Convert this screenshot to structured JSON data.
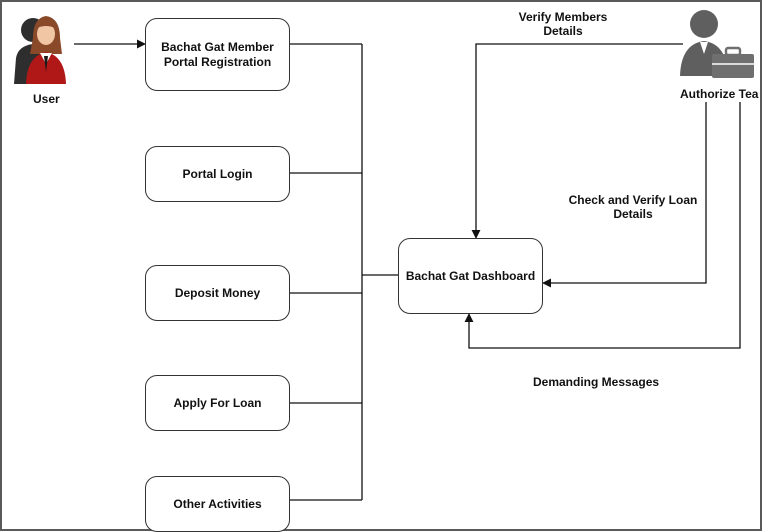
{
  "actors": {
    "user": {
      "label": "User"
    },
    "authorize_team": {
      "label": "Authorize Tea"
    }
  },
  "nodes": {
    "registration": "Bachat Gat Member\nPortal Registration",
    "login": "Portal Login",
    "deposit": "Deposit Money",
    "loan": "Apply For Loan",
    "other": "Other Activities",
    "dashboard": "Bachat Gat Dashboard"
  },
  "edge_labels": {
    "verify_members": "Verify Members\nDetails",
    "check_loan": "Check and Verify Loan\nDetails",
    "demanding": "Demanding Messages"
  },
  "colors": {
    "stroke": "#111111",
    "user_female_hair": "#8a4a2a",
    "user_female_dress": "#b01818",
    "user_male": "#2e2e2e",
    "team_person": "#5f5f5f",
    "briefcase": "#6f6f6f"
  }
}
